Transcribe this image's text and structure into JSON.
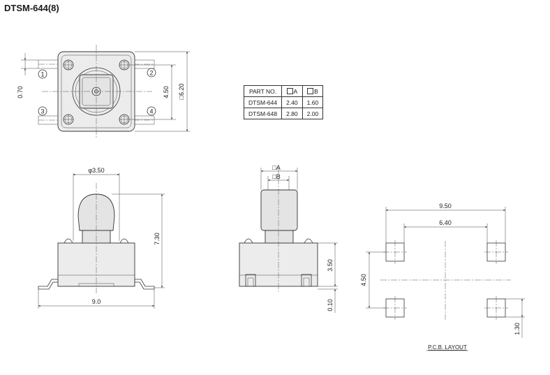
{
  "title": "DTSM-644(8)",
  "table": {
    "headers": [
      "PART NO.",
      "A",
      "B"
    ],
    "rows": [
      [
        "DTSM-644",
        "2.40",
        "1.60"
      ],
      [
        "DTSM-648",
        "2.80",
        "2.00"
      ]
    ]
  },
  "top_view": {
    "dim_0_70": "0.70",
    "dim_4_50": "4.50",
    "dim_6_20": "□6.20",
    "pins": [
      "1",
      "2",
      "3",
      "4"
    ]
  },
  "front_view": {
    "dim_dia": "φ3.50",
    "dim_height": "7.30",
    "dim_width": "9.0"
  },
  "side_view": {
    "dim_A": "□A",
    "dim_B": "□B",
    "dim_3_50": "3.50",
    "dim_0_10": "0.10"
  },
  "pcb": {
    "dim_9_50": "9.50",
    "dim_6_40": "6.40",
    "dim_4_50": "4.50",
    "dim_1_30": "1.30",
    "label": "P.C.B. LAYOUT"
  }
}
